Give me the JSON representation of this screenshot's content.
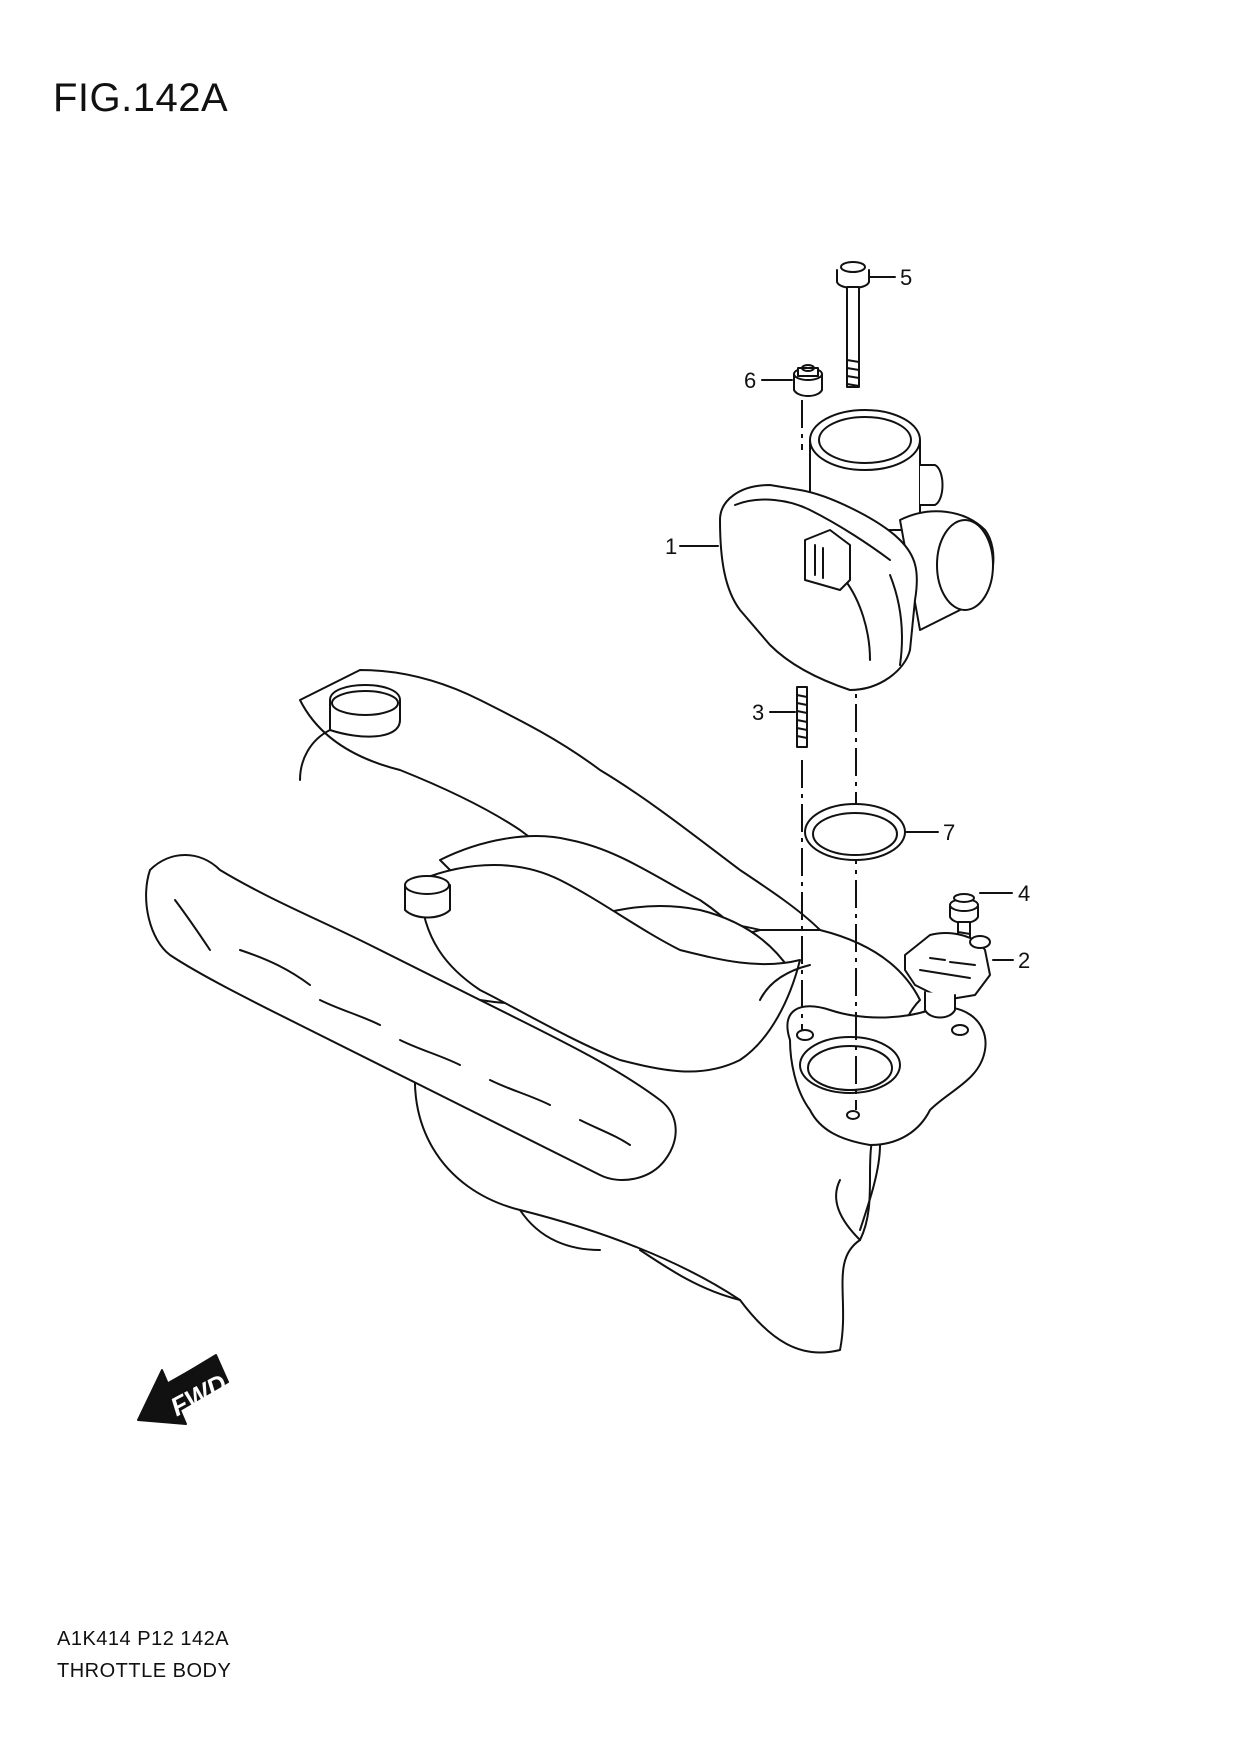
{
  "figure": {
    "title": "FIG.142A"
  },
  "callouts": [
    {
      "id": "1",
      "label": "1"
    },
    {
      "id": "2",
      "label": "2"
    },
    {
      "id": "3",
      "label": "3"
    },
    {
      "id": "4",
      "label": "4"
    },
    {
      "id": "5",
      "label": "5"
    },
    {
      "id": "6",
      "label": "6"
    },
    {
      "id": "7",
      "label": "7"
    }
  ],
  "fwd_arrow": {
    "label": "FWD"
  },
  "footer": {
    "code": "A1K414 P12 142A",
    "name": "THROTTLE BODY"
  }
}
